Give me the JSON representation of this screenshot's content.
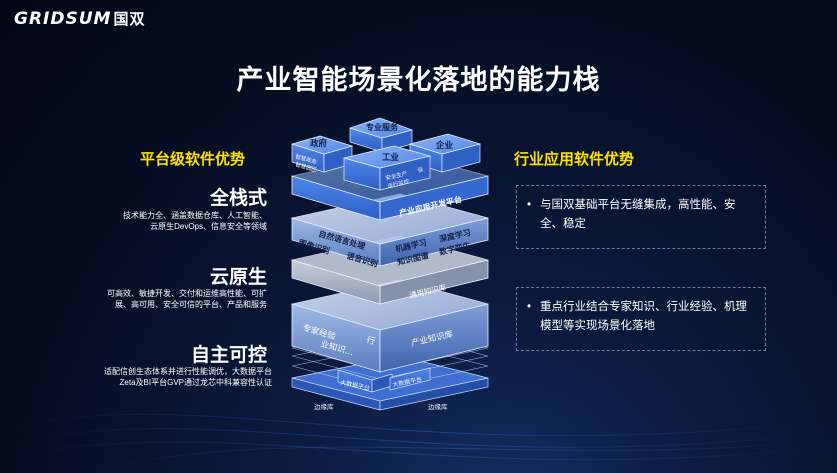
{
  "logo": {
    "brand": "GRIDSUM",
    "cn": "国双"
  },
  "title": "产业智能场景化落地的能力栈",
  "left_heading": "平台级软件优势",
  "right_heading": "行业应用软件优势",
  "pillars": [
    {
      "title": "全栈式",
      "desc": [
        "技术能力全、涵盖数据仓库、人工智能、",
        "云原生DevOps、信息安全等领域"
      ]
    },
    {
      "title": "云原生",
      "desc": [
        "可高效、敏捷开发、交付和运维高性能、可扩",
        "展、高可用、安全可信的平台、产品和服务"
      ]
    },
    {
      "title": "自主可控",
      "desc": [
        "适配信创生态体系并进行性能调优，大数据平台",
        "Zeta及BI平台GVP通过龙芯中科兼容性认证"
      ]
    }
  ],
  "right_panels": [
    {
      "text": "与国双基础平台无缝集成，高性能、安全、稳定"
    },
    {
      "text": "重点行业结合专家知识、行业经验、机理模型等实现场景化落地"
    }
  ],
  "stack": {
    "top_blocks": [
      "专业服务",
      "政府",
      "企业",
      "工业"
    ],
    "top_small": [
      "智慧政务",
      "智慧园区",
      "安全生产",
      "设",
      "运行监控"
    ],
    "layer_app": "产业应用开发平台",
    "layer_ai": [
      "自然语言处理",
      "机器学习",
      "深度学习",
      "图像识别",
      "语音识别",
      "知识图谱",
      "数字孪生"
    ],
    "layer_kb": "通用知识库",
    "layer_expert": [
      "专家经验",
      "行",
      "业知识…",
      "产业知识库"
    ],
    "layer_bottom": [
      "大数据平台",
      "大数据平台"
    ],
    "layer_base": [
      "边缘库",
      "边缘库"
    ]
  }
}
